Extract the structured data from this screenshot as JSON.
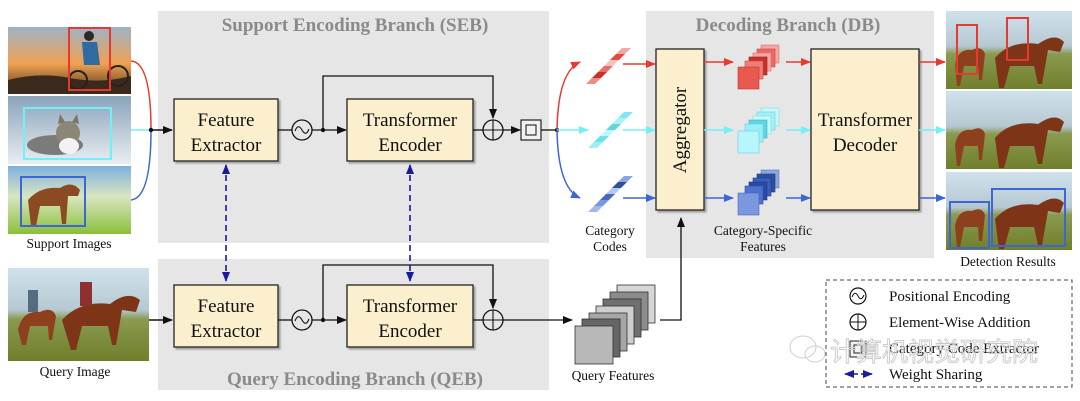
{
  "panels": {
    "seb_title": "Support Encoding Branch (SEB)",
    "qeb_title": "Query Encoding Branch (QEB)",
    "db_title": "Decoding Branch (DB)"
  },
  "blocks": {
    "feature_extractor_l1": "Feature",
    "feature_extractor_l2": "Extractor",
    "transformer_encoder_l1": "Transformer",
    "transformer_encoder_l2": "Encoder",
    "aggregator": "Aggregator",
    "transformer_decoder_l1": "Transformer",
    "transformer_decoder_l2": "Decoder"
  },
  "captions": {
    "support_images": "Support Images",
    "query_image": "Query Image",
    "category_codes_l1": "Category",
    "category_codes_l2": "Codes",
    "category_specific_l1": "Category-Specific",
    "category_specific_l2": "Features",
    "query_features": "Query Features",
    "detection_results": "Detection Results"
  },
  "legend": {
    "items": [
      {
        "icon": "positional-encoding-icon",
        "label": "Positional Encoding"
      },
      {
        "icon": "element-wise-addition-icon",
        "label": "Element-Wise Addition"
      },
      {
        "icon": "category-code-extractor-icon",
        "label": "Category Code Extractor"
      },
      {
        "icon": "weight-sharing-arrow-icon",
        "label": "Weight Sharing"
      }
    ]
  },
  "watermark": "计算机视觉研究院",
  "colors": {
    "red": "#e8392f",
    "cyan": "#6ff0fb",
    "blue": "#3a66d6",
    "panel": "#e6e6e6",
    "block": "#fbefcd",
    "shared": "#1a1aa0"
  }
}
